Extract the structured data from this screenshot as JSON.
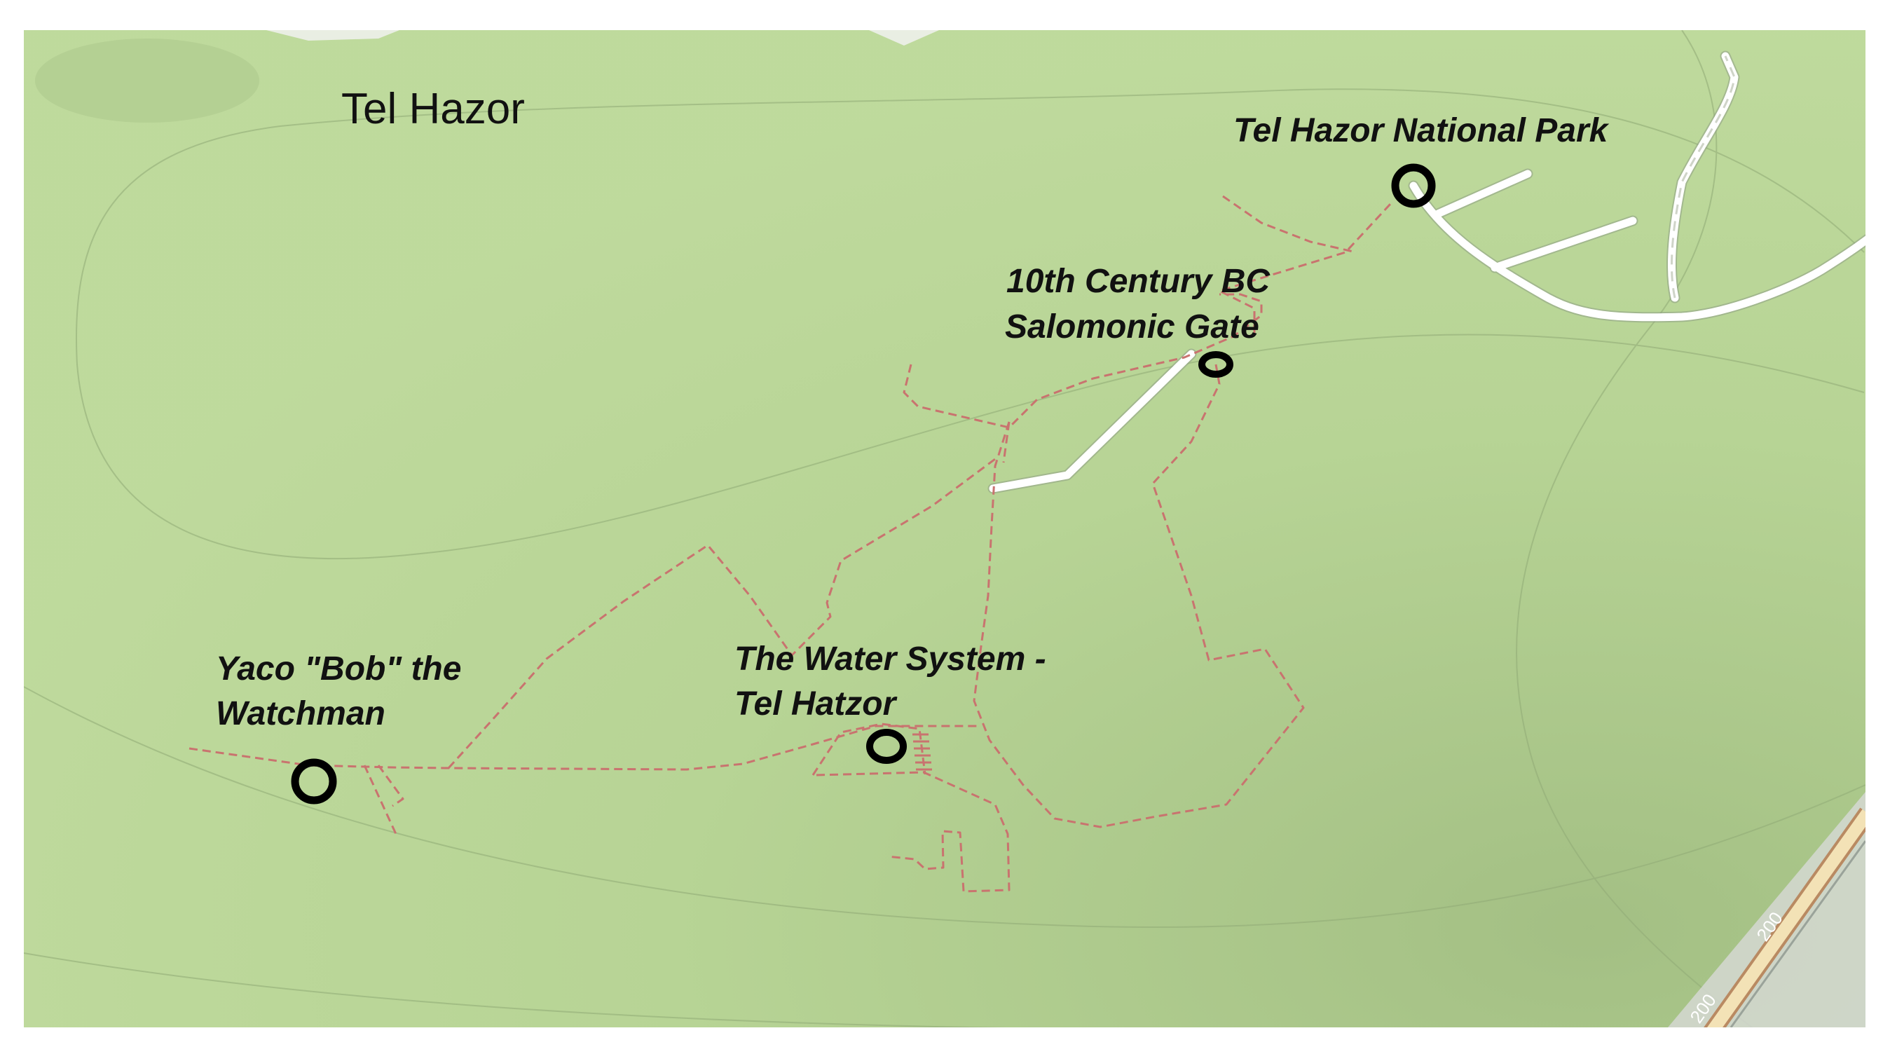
{
  "map": {
    "title": "Tel Hazor",
    "colors": {
      "land": "#bcd89a",
      "land_dark": "#a3bf83",
      "trail": "#c9736f",
      "road": "#ffffff",
      "highway": "#f3e2b6",
      "highway_edge": "#b98a62",
      "marker": "#000000"
    },
    "pois": [
      {
        "id": "national-park",
        "lines": [
          "Tel Hazor National Park"
        ]
      },
      {
        "id": "salomonic-gate",
        "lines": [
          "10th Century BC",
          "Salomonic Gate"
        ]
      },
      {
        "id": "water-system",
        "lines": [
          "The Water System -",
          "Tel Hatzor"
        ]
      },
      {
        "id": "watchman",
        "lines": [
          "Yaco \"Bob\" the",
          "Watchman"
        ]
      }
    ],
    "road_labels": [
      "200",
      "200"
    ]
  }
}
